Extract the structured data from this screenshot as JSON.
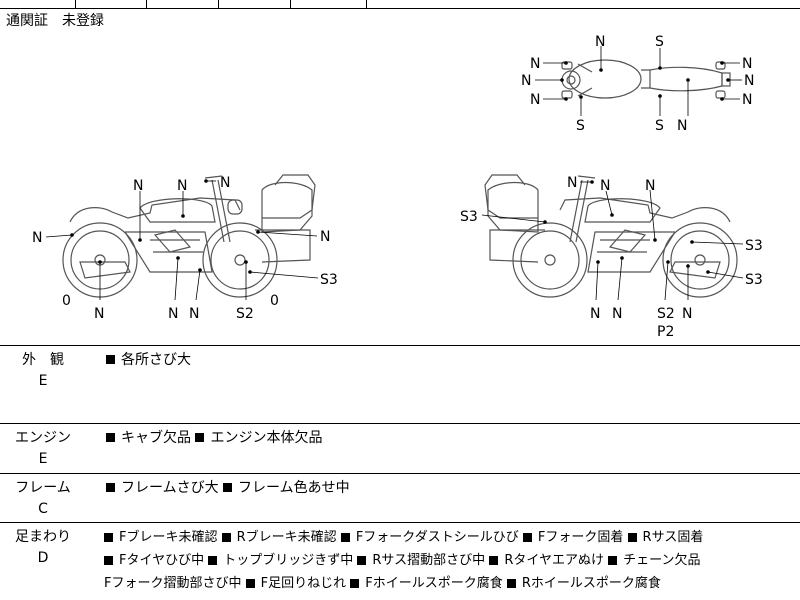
{
  "sheet": {
    "title": "通関証　未登録"
  },
  "diagram": {
    "labels": {
      "top_n1": "N",
      "top_s1": "S",
      "top_ln1": "N",
      "top_ln2": "N",
      "top_ln3": "N",
      "top_rn1": "N",
      "top_rn2": "N",
      "top_rn3": "N",
      "top_sb1": "S",
      "top_sb2": "S",
      "top_nb": "N",
      "l_n1": "N",
      "l_n2": "N",
      "l_n3": "N",
      "l_n4": "N",
      "l_n5": "N",
      "l_n6": "N",
      "l_n7": "N",
      "l_n8": "N",
      "l_s3": "S3",
      "l_s2": "S2",
      "l_o1": "0",
      "l_o2": "0",
      "r_s3a": "S3",
      "r_n1": "N",
      "r_n2": "N",
      "r_n3": "N",
      "r_s3b": "S3",
      "r_s3c": "S3",
      "r_n4": "N",
      "r_n5": "N",
      "r_s2": "S2",
      "r_n6": "N",
      "r_p2": "P2"
    }
  },
  "sections": [
    {
      "name": "外　観",
      "grade": "E",
      "items": [
        "各所さび大"
      ]
    },
    {
      "name": "エンジン",
      "grade": "E",
      "items": [
        "キャブ欠品",
        "エンジン本体欠品"
      ]
    },
    {
      "name": "フレーム",
      "grade": "C",
      "items": [
        "フレームさび大",
        "フレーム色あせ中"
      ]
    },
    {
      "name": "足まわり",
      "grade": "D",
      "items": [
        "Fブレーキ未確認",
        "Rブレーキ未確認",
        "Fフォークダストシールひび",
        "Fフォーク固着",
        "Rサス固着",
        "Fタイヤひび中",
        "トップブリッジきず中",
        "Rサス摺動部さび中",
        "Rタイヤエアぬけ",
        "チェーン欠品",
        "Fフォーク摺動部さび中",
        "F足回りねじれ",
        "Fホイールスポーク腐食",
        "Rホイールスポーク腐食"
      ]
    }
  ]
}
